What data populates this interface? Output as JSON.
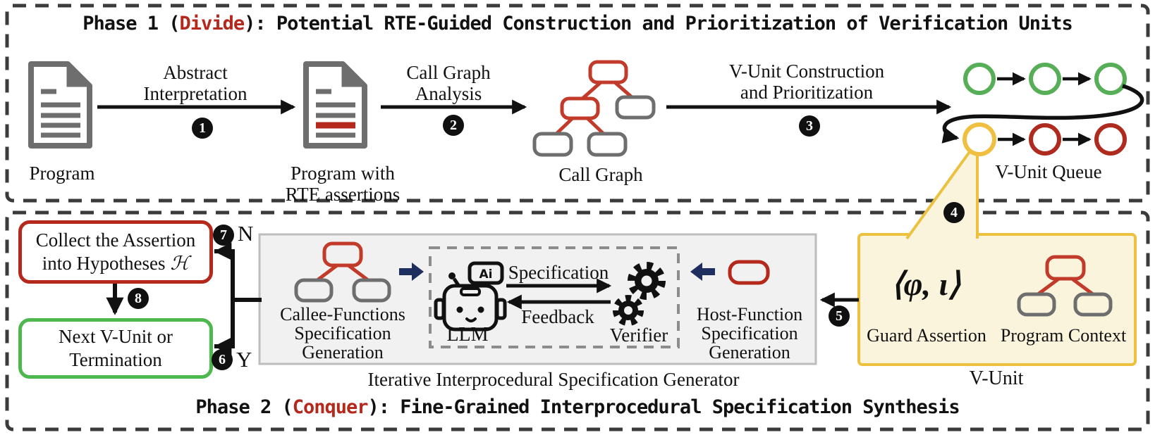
{
  "colors": {
    "accent_red": "#B5291D",
    "tree_red": "#C23B2A",
    "node_gray": "#6E6E6E",
    "queue_green": "#56AE57",
    "queue_yellow": "#EFBF41",
    "queue_red": "#AF2B20",
    "vunit_fill": "#FBF4DC",
    "vunit_border": "#EBC13E",
    "navy": "#1D2E5F",
    "generator_fill": "#F1F1F1"
  },
  "phase1": {
    "title": {
      "prefix": "Phase 1 (",
      "keyword": "Divide",
      "suffix": "): Potential RTE-Guided Construction and Prioritization of Verification Units"
    },
    "program": {
      "label": "Program"
    },
    "program_rte": {
      "label_line1": "Program with",
      "label_line2": "RTE assertions"
    },
    "call_graph": {
      "label": "Call Graph"
    },
    "vunit_queue": {
      "label": "V-Unit Queue"
    },
    "steps": [
      {
        "line1": "Abstract",
        "line2": "Interpretation",
        "badge": "1"
      },
      {
        "line1": "Call Graph",
        "line2": "Analysis",
        "badge": "2"
      },
      {
        "line1": "V-Unit Construction",
        "line2": "and Prioritization",
        "badge": "3"
      }
    ]
  },
  "phase2": {
    "title": {
      "prefix": "Phase 2 (",
      "keyword": "Conquer",
      "suffix": "): Fine-Grained Interprocedural Specification Synthesis"
    },
    "collect_box": {
      "line1": "Collect the Assertion",
      "line2": "into Hypotheses",
      "symbol": "ℋ"
    },
    "next_box": {
      "line1": "Next V-Unit or",
      "line2": "Termination"
    },
    "branch": {
      "no": "N",
      "yes": "Y"
    },
    "badges": {
      "step4": "4",
      "step5": "5",
      "step6": "6",
      "step7": "7",
      "step8": "8"
    },
    "generator": {
      "caption": "Iterative Interprocedural Specification Generator",
      "callee": {
        "line1": "Callee-Functions",
        "line2": "Specification",
        "line3": "Generation"
      },
      "llm": {
        "label": "LLM",
        "ai_badge": "Ai"
      },
      "spec_arrow": "Specification",
      "feedback_arrow": "Feedback",
      "verifier": {
        "label": "Verifier"
      },
      "host": {
        "line1": "Host-Function",
        "line2": "Specification",
        "line3": "Generation"
      }
    },
    "vunit": {
      "caption": "V-Unit",
      "guard": {
        "math": "⟨φ, ι⟩",
        "label": "Guard Assertion"
      },
      "context": {
        "label": "Program Context"
      }
    }
  }
}
